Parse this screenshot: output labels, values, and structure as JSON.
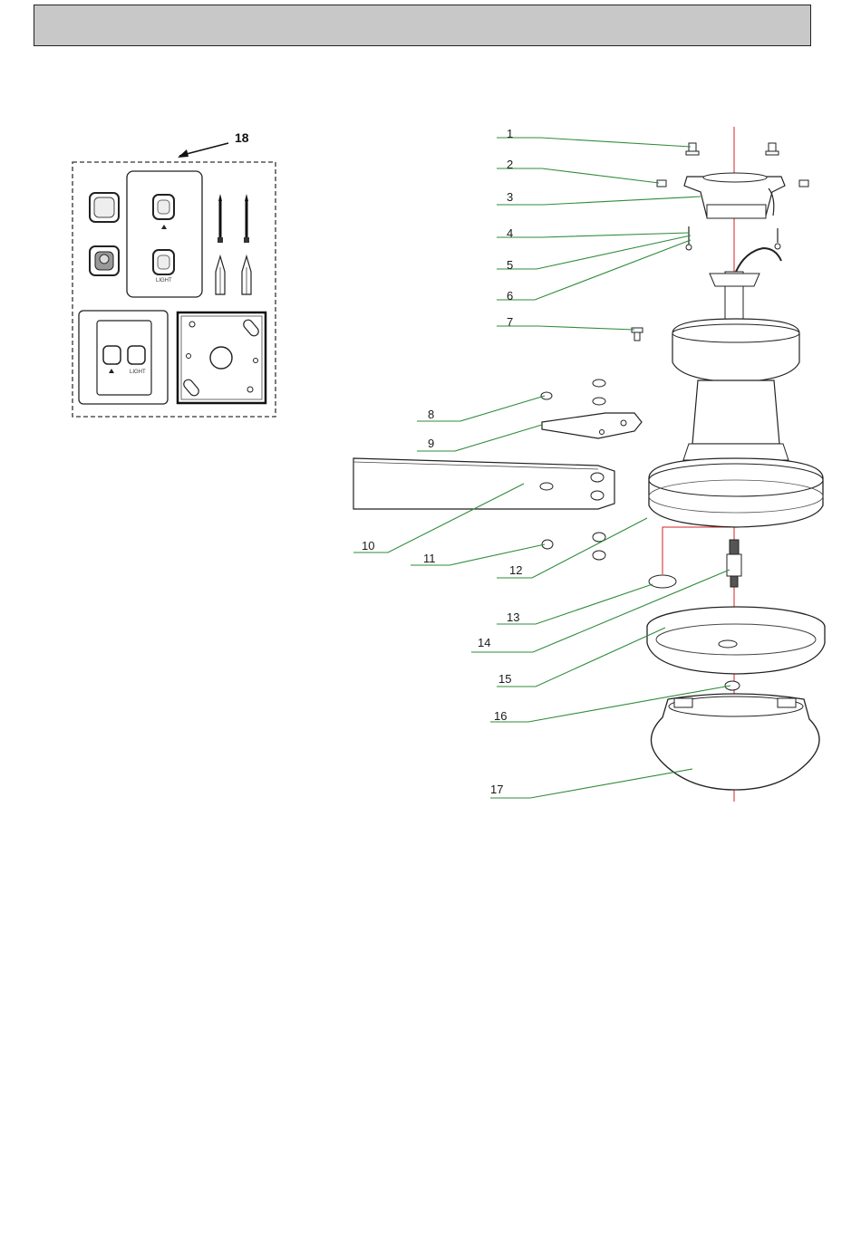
{
  "colors": {
    "header_fill": "#c8c8c8",
    "leader": "#2e8b3a",
    "axis": "#d42020",
    "line": "#222222"
  },
  "kit": {
    "label": "18",
    "switch_text_on": "LIGHT",
    "switch_text_light": "LIGHT"
  },
  "parts": [
    {
      "id": "1",
      "label": "1"
    },
    {
      "id": "2",
      "label": "2"
    },
    {
      "id": "3",
      "label": "3"
    },
    {
      "id": "4",
      "label": "4"
    },
    {
      "id": "5",
      "label": "5"
    },
    {
      "id": "6",
      "label": "6"
    },
    {
      "id": "7",
      "label": "7"
    },
    {
      "id": "8",
      "label": "8"
    },
    {
      "id": "9",
      "label": "9"
    },
    {
      "id": "10",
      "label": "10"
    },
    {
      "id": "11",
      "label": "11"
    },
    {
      "id": "12",
      "label": "12"
    },
    {
      "id": "13",
      "label": "13"
    },
    {
      "id": "14",
      "label": "14"
    },
    {
      "id": "15",
      "label": "15"
    },
    {
      "id": "16",
      "label": "16"
    },
    {
      "id": "17",
      "label": "17"
    }
  ]
}
